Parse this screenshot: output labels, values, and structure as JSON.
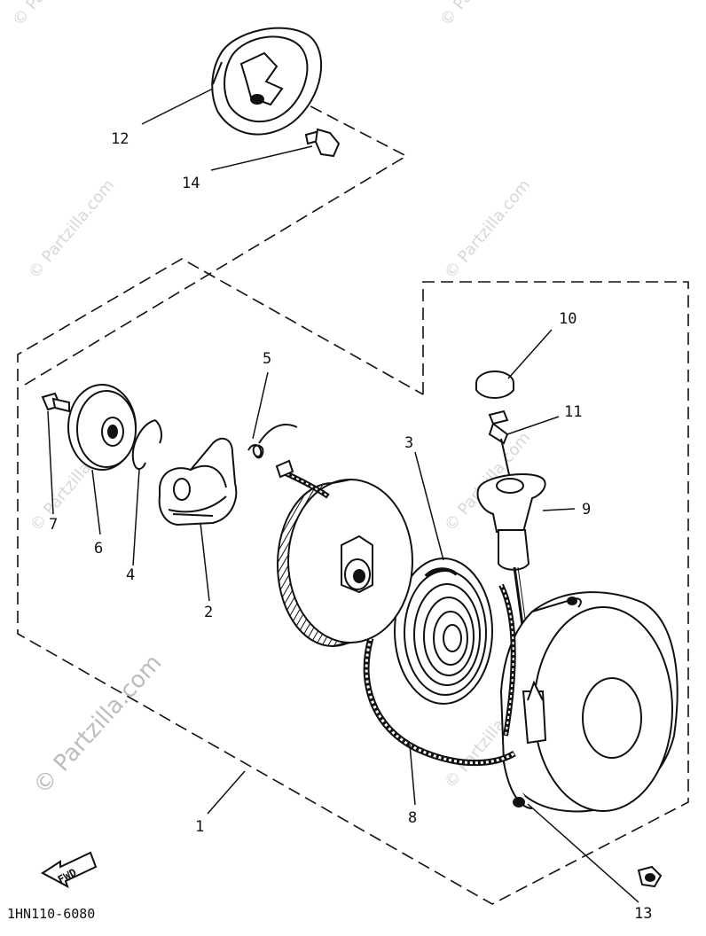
{
  "watermark": "© Partzilla.com",
  "diagram_code": "1HN110-6080",
  "fwd_label": "FWD",
  "callouts": {
    "c1": "1",
    "c2": "2",
    "c3": "3",
    "c4": "4",
    "c5": "5",
    "c6": "6",
    "c7": "7",
    "c8": "8",
    "c9": "9",
    "c10": "10",
    "c11": "11",
    "c12": "12",
    "c13": "13",
    "c14": "14"
  }
}
